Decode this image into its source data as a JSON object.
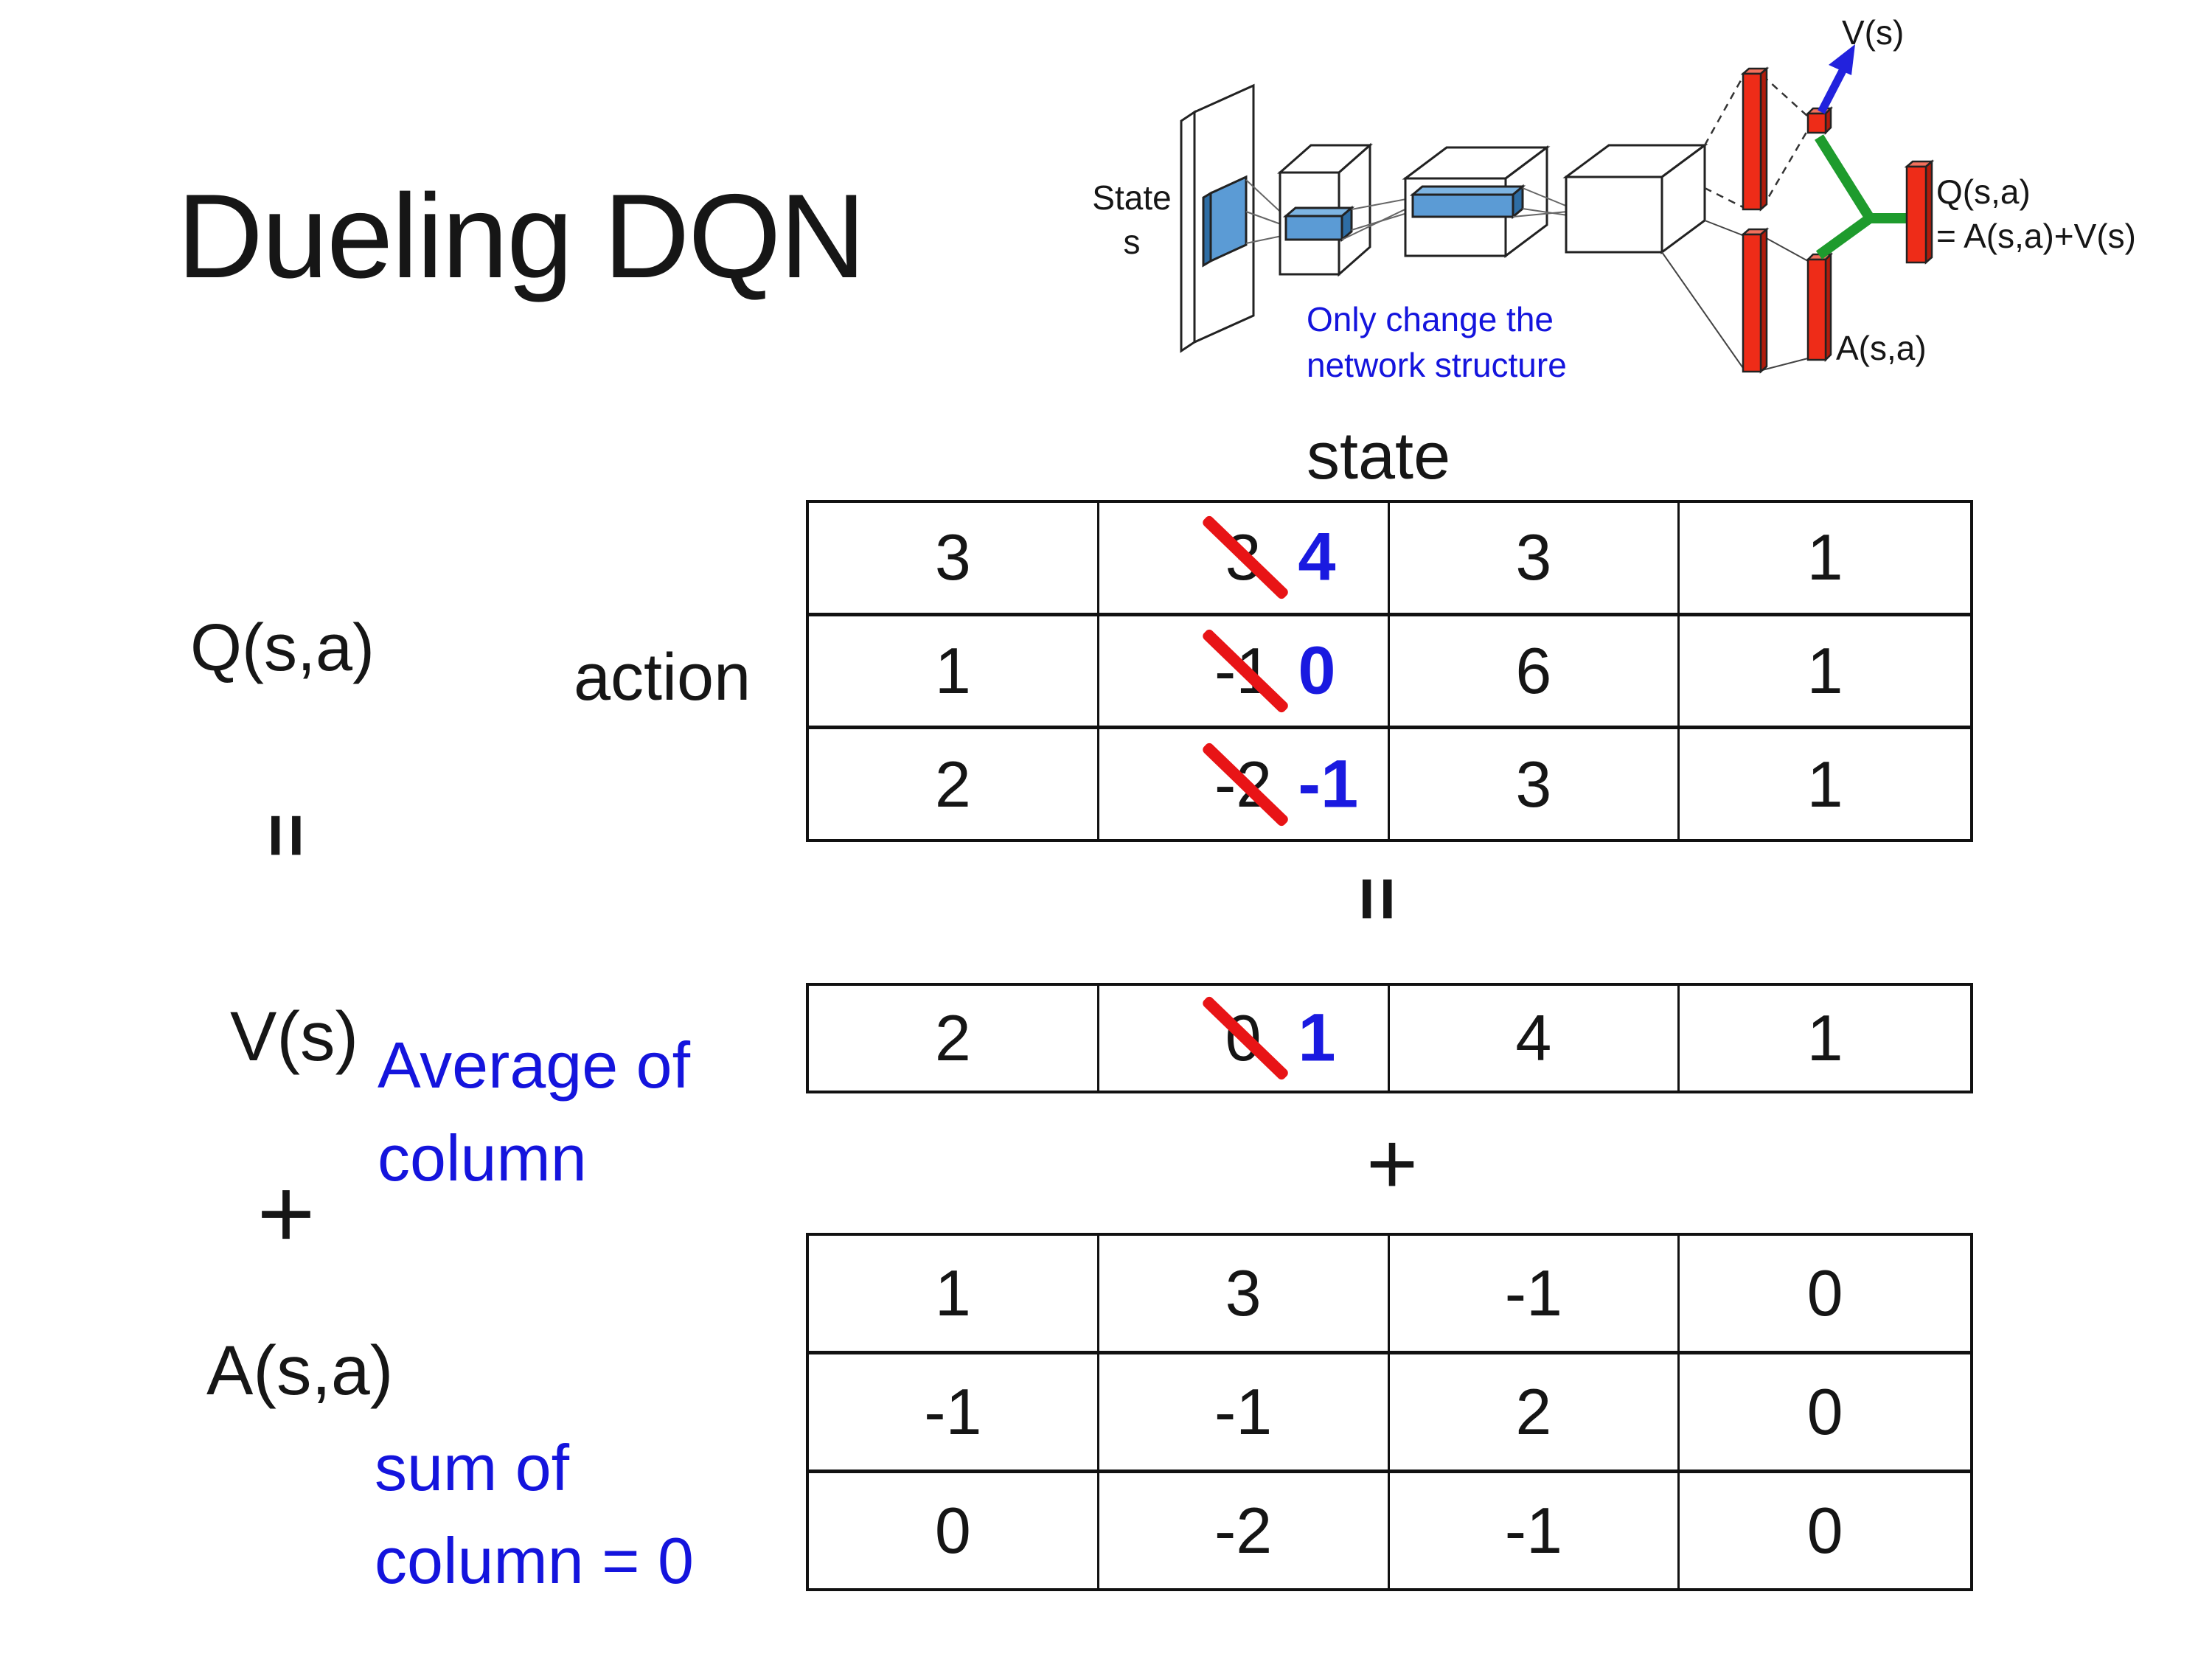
{
  "slide": {
    "title": "Dueling DQN",
    "background": "#ffffff"
  },
  "network_diagram": {
    "input_label": [
      "State",
      "s"
    ],
    "note": [
      "Only change the",
      "network structure"
    ],
    "v_output_label": "V(s)",
    "q_output_label": [
      "Q(s,a)",
      "= A(s,a)+V(s)"
    ],
    "a_output_label": "A(s,a)",
    "colors": {
      "feature_map_blue": "#5b9bd5",
      "bar_red": "#ee2c18",
      "merge_green": "#1e9b2d",
      "arrow_blue": "#2222dd",
      "note_blue": "#1414dd"
    }
  },
  "equation": {
    "q_label": "Q(s,a)",
    "equals_left": "=",
    "v_label": "V(s)",
    "plus_left": "+",
    "a_label": "A(s,a)",
    "avg_note": [
      "Average of",
      "column"
    ],
    "sum_note": [
      "sum of",
      "column = 0"
    ],
    "equals_mid": "=",
    "plus_mid": "+",
    "state_header": "state",
    "action_label": "action"
  },
  "q_table": {
    "rows": [
      [
        {
          "v": "3"
        },
        {
          "old": "3",
          "new": "4"
        },
        {
          "v": "3"
        },
        {
          "v": "1"
        }
      ],
      [
        {
          "v": "1"
        },
        {
          "old": "-1",
          "new": "0"
        },
        {
          "v": "6"
        },
        {
          "v": "1"
        }
      ],
      [
        {
          "v": "2"
        },
        {
          "old": "-2",
          "new": "-1"
        },
        {
          "v": "3"
        },
        {
          "v": "1"
        }
      ]
    ]
  },
  "v_table": {
    "rows": [
      [
        {
          "v": "2"
        },
        {
          "old": "0",
          "new": "1"
        },
        {
          "v": "4"
        },
        {
          "v": "1"
        }
      ]
    ]
  },
  "a_table": {
    "rows": [
      [
        {
          "v": "1"
        },
        {
          "v": "3"
        },
        {
          "v": "-1"
        },
        {
          "v": "0"
        }
      ],
      [
        {
          "v": "-1"
        },
        {
          "v": "-1"
        },
        {
          "v": "2"
        },
        {
          "v": "0"
        }
      ],
      [
        {
          "v": "0"
        },
        {
          "v": "-2"
        },
        {
          "v": "-1"
        },
        {
          "v": "0"
        }
      ]
    ]
  },
  "colors": {
    "text": "#161616",
    "replace_blue": "#1a1ae0",
    "strike_red": "#e81416",
    "table_border": "#111111"
  }
}
